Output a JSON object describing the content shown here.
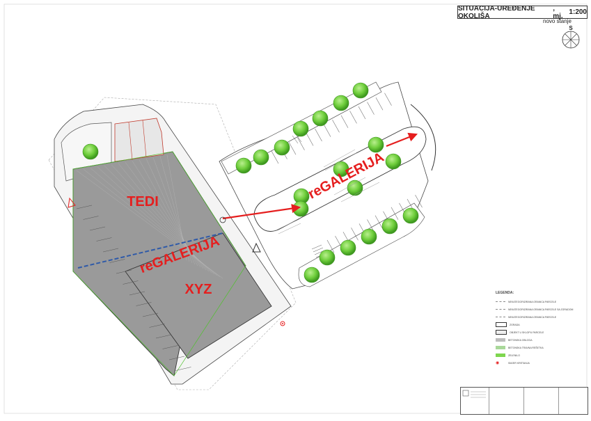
{
  "header": {
    "title": "SITUACIJA-UREĐENJE OKOLIŠA",
    "scale_prefix": ", mj.",
    "scale": "1:200",
    "subtitle": "novo stanje",
    "north_letter": "S"
  },
  "labels": {
    "store_top": "TEDI",
    "store_bottom": "XYZ",
    "galerija_1": "reGALERIJA",
    "galerija_2": "reGALERIJA"
  },
  "legend": {
    "title": "LEGENDA:",
    "rows": [
      "NEKATEGORIZIRANA GRANICA PARCELE",
      "NEKATEGORIZIRANA GRANICA PARCELE SA ZGRADOM",
      "NEKATEGORIZIRANA GRANICA PARCELE",
      "ZGRADA",
      "OBJEKT U SKLOPU PARCELE",
      "BETONSKA OBLOGA",
      "BETONSKA TRAVNA REŠETKA",
      "ZELENILO",
      "SMJER KRETANJA"
    ]
  },
  "colors": {
    "building": "#9a9a9a",
    "red": "#e51e1e",
    "green": "#4fc22c",
    "tree": "#7ed64f",
    "line": "#333333"
  }
}
